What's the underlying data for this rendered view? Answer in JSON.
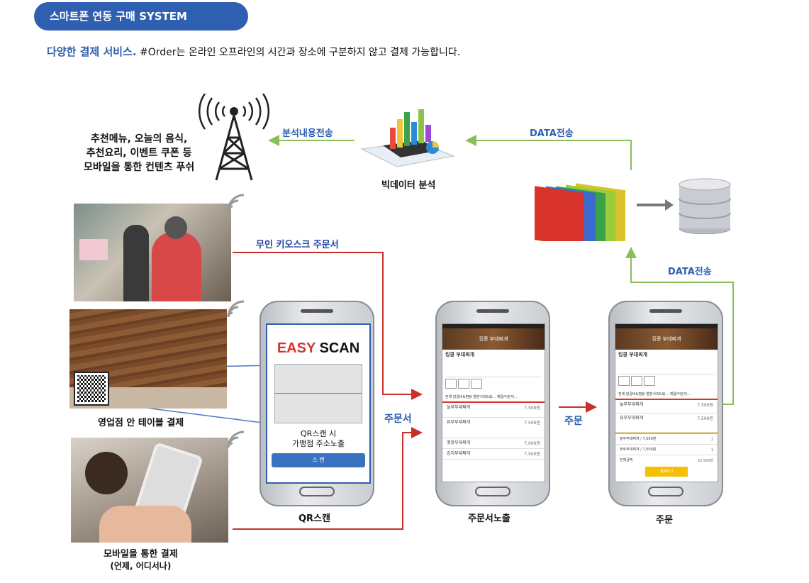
{
  "header": {
    "pill": "스마트폰 연동 구매 SYSTEM"
  },
  "tagline": {
    "highlight": "다양한 결제 서비스.",
    "text": " #Order는 온라인 오프라인의 시간과 장소에 구분하지 않고 결제 가능합니다."
  },
  "push": {
    "line1": "추천메뉴, 오늘의 음식,",
    "line2": "추천요리, 이벤트 쿠폰 등",
    "line3": "모바일을 통한 컨텐츠 푸쉬"
  },
  "labels": {
    "analysis_send": "분석내용전송",
    "data_send_top": "DATA전송",
    "data_send_right": "DATA전송",
    "big_data": "빅데이터 분석",
    "kiosk": "무인 키오스크 주문서",
    "order_form": "주문서",
    "order": "주문",
    "table_pay": "영업점 안 테이블 결제",
    "mobile_pay": "모바일을 통한 결제",
    "mobile_pay_sub": "(언제, 어디서나)",
    "qr_scan": "QR스캔",
    "order_show": "주문서노출",
    "order_done": "주문"
  },
  "phone1": {
    "easy": "EASY",
    "scan": "SCAN",
    "note1": "QR스캔 시",
    "note2": "가맹점 주소노출",
    "button": "스 캔"
  },
  "phone2": {
    "store": "킹콩 부대찌개",
    "tabs": "전체   달걀비&찜탕   철판사리&볶...   계절/어린이...",
    "items": [
      {
        "name": "놀부부대찌개",
        "price": "7,500원"
      },
      {
        "name": "퓨부부대찌개",
        "price": "7,500원"
      },
      {
        "name": "옛맛부대찌개",
        "price": "7,000원"
      },
      {
        "name": "김치부대찌개",
        "price": "7,500원"
      }
    ]
  },
  "phone3": {
    "store": "킹콩 부대찌개",
    "tabs": "전체   달걀비&찜탕   철판사리&볶...   계절/어린이...",
    "items": [
      {
        "name": "놀부부대찌개",
        "price": "7,500원"
      },
      {
        "name": "퓨부부대찌개",
        "price": "7,500원"
      }
    ],
    "cart": [
      {
        "name": "놀부부대찌개 / 7,500원",
        "qty": "2"
      },
      {
        "name": "퓨부부대찌개 / 7,500원",
        "qty": "1"
      }
    ],
    "total_label": "전체금액",
    "total": "22,500원",
    "pay_button": "결제하기"
  },
  "colors": {
    "green_line": "#8bbf5a",
    "red_line": "#c8302a",
    "blue_line": "#4a78c4",
    "brand": "#2f5fb0"
  }
}
